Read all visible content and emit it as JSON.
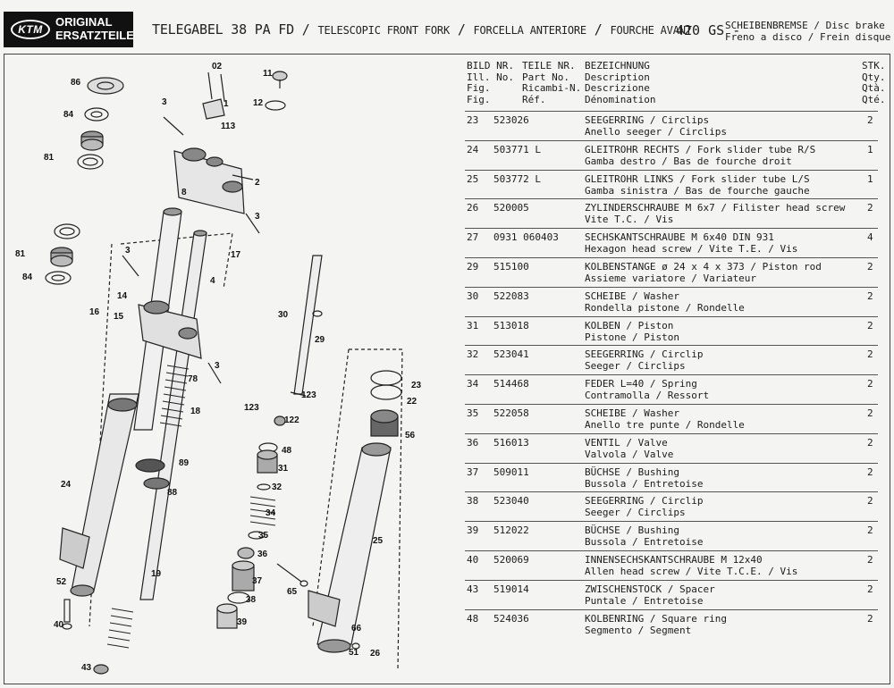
{
  "header": {
    "logo_mark": "KTM",
    "logo_line1": "ORIGINAL",
    "logo_line2": "ERSATZTEILE",
    "title_de": "TELEGABEL 38 PA FD",
    "title_en": "TELESCOPIC FRONT FORK",
    "title_it": "FORCELLA ANTERIORE",
    "title_fr": "FOURCHE AVANT",
    "model": "420 GS",
    "brake_line1": "SCHEIBENBREMSE / Disc brake",
    "brake_line2": "Freno a disco / Frein disque"
  },
  "columns": {
    "bild": [
      "BILD NR.",
      "Ill. No.",
      "Fig.",
      "Fig."
    ],
    "teile": [
      "TEILE NR.",
      "Part No.",
      "Ricambi-N.",
      "Réf."
    ],
    "bez": [
      "BEZEICHNUNG",
      "Description",
      "Descrizione",
      "Dénomination"
    ],
    "stk": [
      "STK.",
      "Qty.",
      "Qtà.",
      "Qté."
    ]
  },
  "parts": [
    {
      "fig": "23",
      "part": "523026",
      "l1": "SEEGERRING / Circlips",
      "l2": "Anello seeger / Circlips",
      "qty": "2"
    },
    {
      "fig": "24",
      "part": "503771 L",
      "l1": "GLEITROHR RECHTS / Fork slider tube R/S",
      "l2": "Gamba destro / Bas de fourche droit",
      "qty": "1"
    },
    {
      "fig": "25",
      "part": "503772 L",
      "l1": "GLEITROHR LINKS / Fork slider tube L/S",
      "l2": "Gamba sinistra / Bas de fourche gauche",
      "qty": "1"
    },
    {
      "fig": "26",
      "part": "520005",
      "l1": "ZYLINDERSCHRAUBE M 6x7 / Filister head screw",
      "l2": "Vite T.C. / Vis",
      "qty": "2"
    },
    {
      "fig": "27",
      "part": "0931 060403",
      "l1": "SECHSKANTSCHRAUBE M 6x40 DIN 931",
      "l2": "Hexagon head screw / Vite T.E. / Vis",
      "qty": "4"
    },
    {
      "fig": "29",
      "part": "515100",
      "l1": "KOLBENSTANGE ø 24 x 4 x 373 / Piston rod",
      "l2": "Assieme variatore / Variateur",
      "qty": "2"
    },
    {
      "fig": "30",
      "part": "522083",
      "l1": "SCHEIBE / Washer",
      "l2": "Rondella pistone / Rondelle",
      "qty": "2"
    },
    {
      "fig": "31",
      "part": "513018",
      "l1": "KOLBEN / Piston",
      "l2": "Pistone / Piston",
      "qty": "2"
    },
    {
      "fig": "32",
      "part": "523041",
      "l1": "SEEGERRING / Circlip",
      "l2": "Seeger / Circlips",
      "qty": "2"
    },
    {
      "fig": "34",
      "part": "514468",
      "l1": "FEDER L=40 / Spring",
      "l2": "Contramolla / Ressort",
      "qty": "2"
    },
    {
      "fig": "35",
      "part": "522058",
      "l1": "SCHEIBE / Washer",
      "l2": "Anello tre punte / Rondelle",
      "qty": "2"
    },
    {
      "fig": "36",
      "part": "516013",
      "l1": "VENTIL / Valve",
      "l2": "Valvola / Valve",
      "qty": "2"
    },
    {
      "fig": "37",
      "part": "509011",
      "l1": "BÜCHSE / Bushing",
      "l2": "Bussola / Entretoise",
      "qty": "2"
    },
    {
      "fig": "38",
      "part": "523040",
      "l1": "SEEGERRING / Circlip",
      "l2": "Seeger / Circlips",
      "qty": "2"
    },
    {
      "fig": "39",
      "part": "512022",
      "l1": "BÜCHSE / Bushing",
      "l2": "Bussola / Entretoise",
      "qty": "2"
    },
    {
      "fig": "40",
      "part": "520069",
      "l1": "INNENSECHSKANTSCHRAUBE M 12x40",
      "l2": "Allen head screw / Vite T.C.E. / Vis",
      "qty": "2"
    },
    {
      "fig": "43",
      "part": "519014",
      "l1": "ZWISCHENSTOCK / Spacer",
      "l2": "Puntale / Entretoise",
      "qty": "2"
    },
    {
      "fig": "48",
      "part": "524036",
      "l1": "KOLBENRING / Square ring",
      "l2": "Segmento / Segment",
      "qty": "2"
    }
  ],
  "callouts": {
    "c86": "86",
    "c84a": "84",
    "c81a": "81",
    "c81b": "81",
    "c84b": "84",
    "c02": "02",
    "c1": "1",
    "c113": "113",
    "c11": "11",
    "c12": "12",
    "c3a": "3",
    "c2": "2",
    "c8": "8",
    "c3b": "3",
    "c3c": "3",
    "c17": "17",
    "c4": "4",
    "c14": "14",
    "c16": "16",
    "c15": "15",
    "c30": "30",
    "c29": "29",
    "c3d": "3",
    "c78": "78",
    "c18": "18",
    "c123a": "123",
    "c123b": "123",
    "c122": "122",
    "c23": "23",
    "c22": "22",
    "c56": "56",
    "c48": "48",
    "c31": "31",
    "c32": "32",
    "c89": "89",
    "c24": "24",
    "c88": "88",
    "c34": "34",
    "c35": "35",
    "c36": "36",
    "c25": "25",
    "c37": "37",
    "c65": "65",
    "c38": "38",
    "c19": "19",
    "c52": "52",
    "c40": "40",
    "c39": "39",
    "c66": "66",
    "c51": "51",
    "c26": "26",
    "c43": "43"
  }
}
